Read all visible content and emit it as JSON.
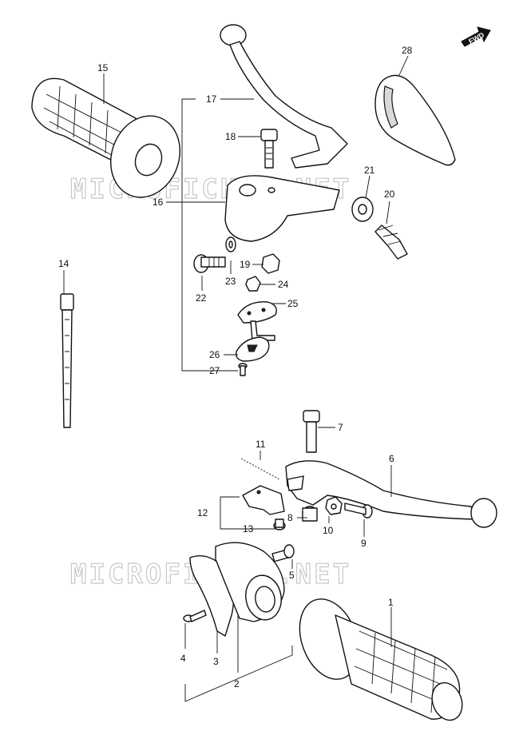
{
  "watermark": {
    "text": "MICROFICHES.NET"
  },
  "direction_badge": {
    "text": "FWD"
  },
  "callouts": {
    "c1": "1",
    "c2": "2",
    "c3": "3",
    "c4": "4",
    "c5": "5",
    "c6": "6",
    "c7": "7",
    "c8": "8",
    "c9": "9",
    "c10": "10",
    "c11": "11",
    "c12": "12",
    "c13": "13",
    "c14": "14",
    "c15": "15",
    "c16": "16",
    "c17": "17",
    "c18": "18",
    "c19": "19",
    "c20": "20",
    "c21": "21",
    "c22": "22",
    "c23": "23",
    "c24": "24",
    "c25": "25",
    "c26": "26",
    "c27": "27",
    "c28": "28"
  }
}
